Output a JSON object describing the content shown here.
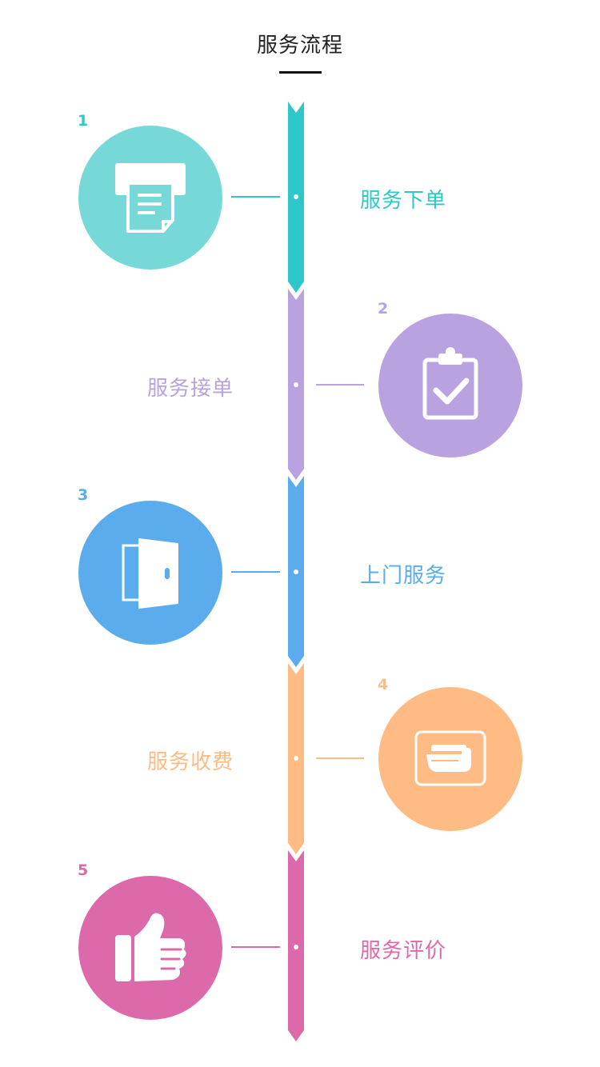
{
  "title": "服务流程",
  "steps": [
    {
      "number": "1",
      "label": "服务下单",
      "color": "#2ec8cb",
      "circle_color": "#77d8d8",
      "icon": "document-printer-icon"
    },
    {
      "number": "2",
      "label": "服务接单",
      "color": "#b8a2e0",
      "circle_color": "#b8a2e0",
      "icon": "clipboard-check-icon"
    },
    {
      "number": "3",
      "label": "上门服务",
      "color": "#5aacec",
      "circle_color": "#5aacec",
      "icon": "door-icon"
    },
    {
      "number": "4",
      "label": "服务收费",
      "color": "#ffbb84",
      "circle_color": "#ffbb84",
      "icon": "payment-hand-icon"
    },
    {
      "number": "5",
      "label": "服务评价",
      "color": "#dc69a9",
      "circle_color": "#dc69a9",
      "icon": "thumbs-up-icon"
    }
  ]
}
